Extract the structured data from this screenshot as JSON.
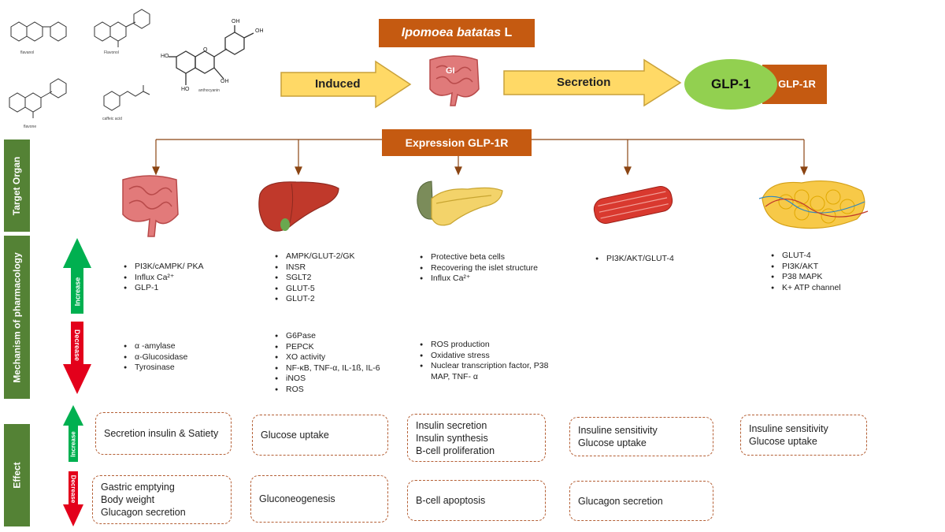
{
  "header": {
    "plant_prefix": "Ipomoea batatas",
    "plant_suffix": "L",
    "induced": "Induced",
    "gi": "GI",
    "secretion": "Secretion",
    "glp1": "GLP-1",
    "glp1r": "GLP-1R",
    "expression": "Expression GLP-1R"
  },
  "compounds": {
    "flavanol": "flavanol",
    "flavonol": "Flavonol",
    "flavone": "flavone",
    "caffeic": "caffeic acid",
    "anthocyanin": "anthocyanin",
    "oh": "OH",
    "ho": "HO",
    "o_plus": "O"
  },
  "side_labels": {
    "target_organ": "Target Organ",
    "mechanism": "Mechanism of pharmacology",
    "effect": "Effect"
  },
  "arrow_labels": {
    "increase": "Increase",
    "decrease": "Decrease"
  },
  "organs": [
    "intestine",
    "liver",
    "pancreas",
    "muscle",
    "adipose"
  ],
  "mechanism_increase": [
    [
      "PI3K/cAMPK/ PKA",
      "Influx Ca²⁺",
      "GLP-1"
    ],
    [
      "AMPK/GLUT-2/GK",
      "INSR",
      "SGLT2",
      "GLUT-5",
      "GLUT-2"
    ],
    [
      "Protective beta cells",
      "Recovering the islet structure",
      "Influx Ca²⁺"
    ],
    [
      "PI3K/AKT/GLUT-4"
    ],
    [
      "GLUT-4",
      "PI3K/AKT",
      "P38 MAPK",
      "K+ ATP channel"
    ]
  ],
  "mechanism_decrease": [
    [
      "α -amylase",
      "α-Glucosidase",
      "Tyrosinase"
    ],
    [
      "G6Pase",
      "PEPCK",
      "XO activity",
      "NF-κB, TNF-α, IL-1ß, IL-6",
      "iNOS",
      "ROS"
    ],
    [
      "ROS production",
      "Oxidative stress",
      "Nuclear transcription factor, P38 MAP, TNF- α"
    ]
  ],
  "effect_increase": [
    [
      "Secretion insulin & Satiety"
    ],
    [
      "Glucose uptake"
    ],
    [
      "Insulin secretion",
      "Insulin synthesis",
      "B-cell proliferation"
    ],
    [
      "Insuline sensitivity",
      "Glucose uptake"
    ],
    [
      "Insuline sensitivity",
      "Glucose uptake"
    ]
  ],
  "effect_decrease": [
    [
      "Gastric emptying",
      "Body weight",
      "Glucagon secretion"
    ],
    [
      "Gluconeogenesis"
    ],
    [
      "B-cell apoptosis"
    ],
    [
      "Glucagon secretion"
    ]
  ],
  "colors": {
    "brown": "#c55a11",
    "green_side": "#548235",
    "glp1_green": "#92d050",
    "arrow_yellow": "#ffd966",
    "arrow_green": "#00b050",
    "arrow_red": "#e3001b"
  }
}
